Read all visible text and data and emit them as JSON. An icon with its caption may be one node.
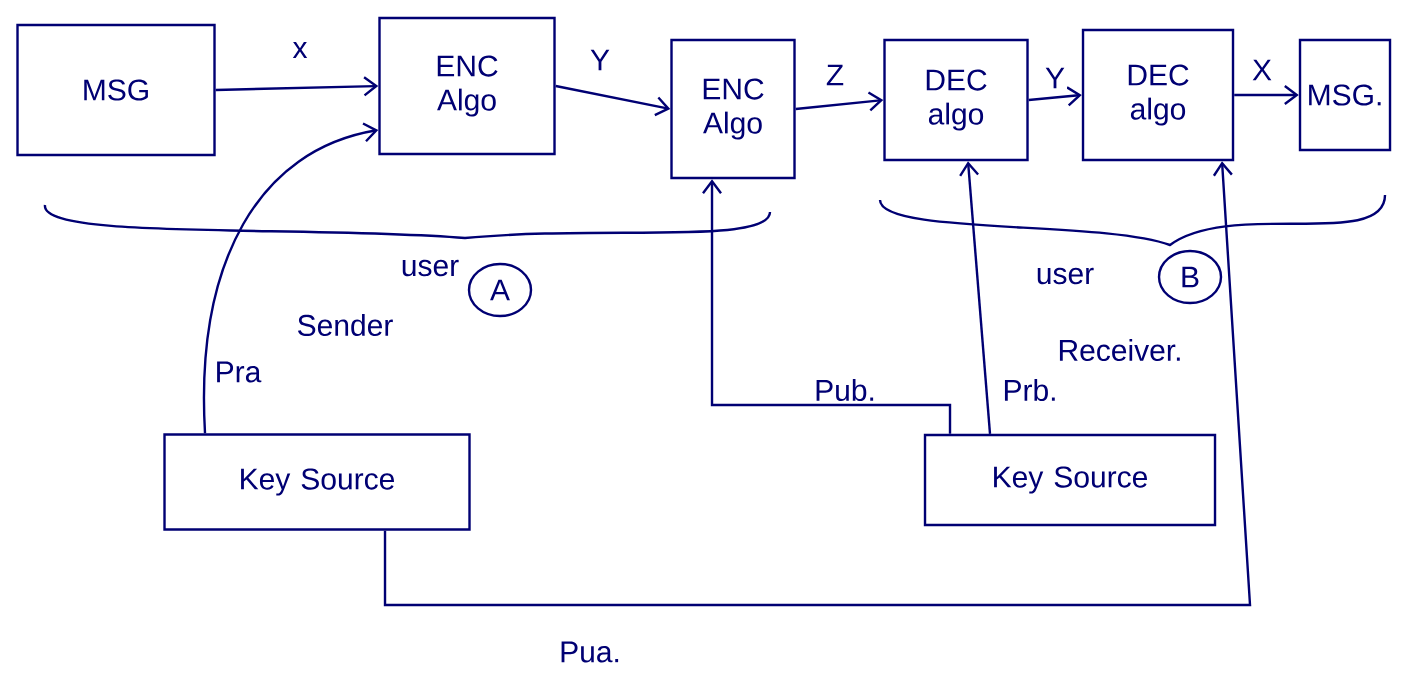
{
  "diagram": {
    "nodes": [
      {
        "text": [
          "MSG"
        ]
      },
      {
        "text": [
          "ENC Algo"
        ]
      },
      {
        "text": [
          "ENC Algo"
        ]
      },
      {
        "text": [
          "DEC algo"
        ]
      },
      {
        "text": [
          "DEC algo"
        ]
      },
      {
        "text": [
          "MSG."
        ]
      },
      {
        "text": [
          "Key Source"
        ]
      },
      {
        "text": [
          "Key Source"
        ]
      },
      {
        "text": [
          "A"
        ]
      },
      {
        "text": [
          "B"
        ]
      }
    ],
    "edges": [
      {
        "from": 0,
        "to": 1,
        "arrow": "to",
        "label": "x"
      },
      {
        "from": 1,
        "to": 2,
        "arrow": "to",
        "label": "Y"
      },
      {
        "from": 2,
        "to": 3,
        "arrow": "to",
        "label": "Z"
      },
      {
        "from": 3,
        "to": 4,
        "arrow": "to",
        "label": "Y"
      },
      {
        "from": 4,
        "to": 5,
        "arrow": "to",
        "label": "X"
      },
      {
        "from": 6,
        "to": 1,
        "arrow": "to",
        "label": "Pra"
      },
      {
        "from": 7,
        "to": 2,
        "arrow": "to",
        "label": "Pub."
      },
      {
        "from": 7,
        "to": 3,
        "arrow": "to",
        "label": "Prb."
      },
      {
        "from": 6,
        "to": 4,
        "arrow": "to",
        "label": "Pua."
      }
    ],
    "labels": [
      "user",
      "Sender",
      "user",
      "Receiver."
    ]
  }
}
